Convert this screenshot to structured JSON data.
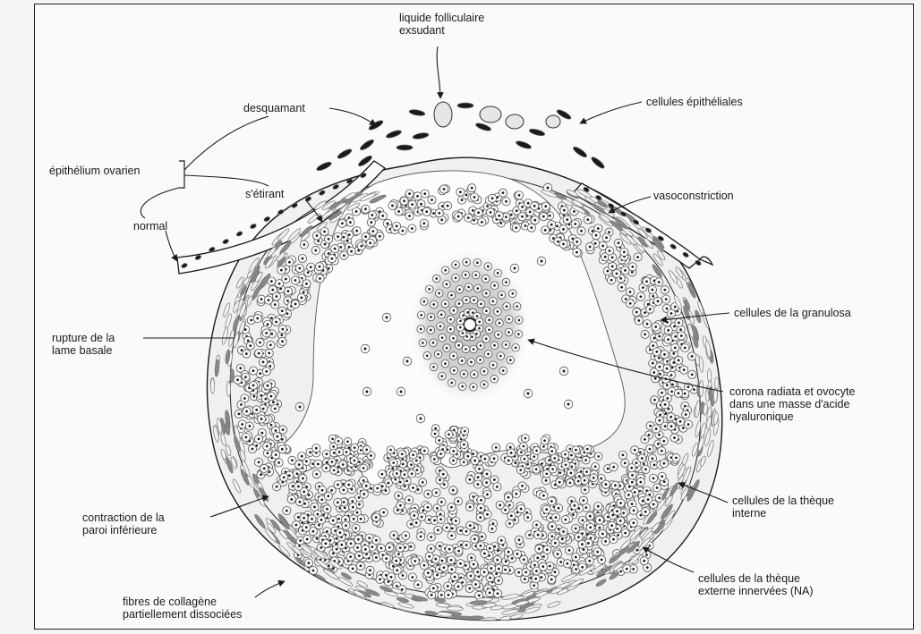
{
  "labels": {
    "liquide": "liquide folliculaire\nexsudant",
    "desquamant": "desquamant",
    "cellules_epitheliales": "cellules épithéliales",
    "epithelium_ovarien": "épithélium ovarien",
    "s_etirant": "s'étirant",
    "normal": "normal",
    "vasoconstriction": "vasoconstriction",
    "rupture": "rupture de la\nlame basale",
    "granulosa": "cellules de la granulosa",
    "corona": "corona radiata et ovocyte\ndans une masse d'acide\nhyaluronique",
    "theque_interne": "cellules de la thèque\ninterne",
    "contraction": "contraction de la\nparoi inférieure",
    "theque_externe": "cellules de la thèque\nexterne innervées (NA)",
    "fibres": "fibres de collagène\npartiellement dissociées"
  },
  "colors": {
    "ink": "#1a1a1a",
    "cell": "#555555",
    "stroma": "#777777",
    "paper": "#fafaf8"
  }
}
